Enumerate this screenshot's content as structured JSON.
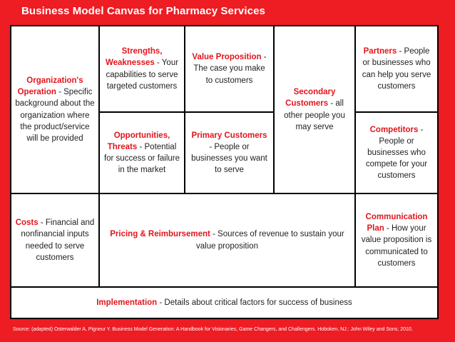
{
  "title": "Business Model Canvas for Pharmacy Services",
  "colors": {
    "frame_red": "#EE1C23",
    "keyword_red": "#E2151C",
    "text_black": "#1F1F1F",
    "cell_background": "#FFFFFF",
    "grid_line_black": "#000000",
    "title_white": "#FFFFFF"
  },
  "cells": {
    "organization_operation": {
      "keyword": "Organization's Operation",
      "text": " - Specific background about the organization where the product/service will be provided"
    },
    "strengths_weaknesses": {
      "keyword": "Strengths, Weaknesses",
      "text": " - Your capabilities to serve targeted customers"
    },
    "value_proposition": {
      "keyword": "Value Proposition",
      "text": " - The case you make to customers"
    },
    "secondary_customers": {
      "keyword": "Secondary Customers",
      "text": " - all other people you may serve"
    },
    "partners": {
      "keyword": "Partners",
      "text": " - People or businesses who can help you serve customers"
    },
    "opportunities_threats": {
      "keyword": "Opportunities, Threats",
      "text": " - Potential for success or failure in the market"
    },
    "primary_customers": {
      "keyword": "Primary Customers",
      "text": " - People or businesses you want to serve"
    },
    "competitors": {
      "keyword": "Competitors",
      "text": " - People or businesses who compete for your customers"
    },
    "costs": {
      "keyword": "Costs",
      "text": " - Financial and nonfinancial inputs needed to serve customers"
    },
    "pricing_reimbursement": {
      "keyword": "Pricing & Reimbursement",
      "text": " - Sources of revenue to sustain your value proposition"
    },
    "communication_plan": {
      "keyword": "Communication Plan",
      "text": " - How your value proposition is communicated to customers"
    },
    "implementation": {
      "keyword": "Implementation",
      "text": " - Details about critical factors for success of business"
    }
  },
  "source": "Source: (adapted) Osterwalder A, Pigneur Y. Business Model Generation: A Handbook for Visionaries, Game Changers, and Challengers. Hoboken, NJ.: John Wiley and Sons; 2010."
}
